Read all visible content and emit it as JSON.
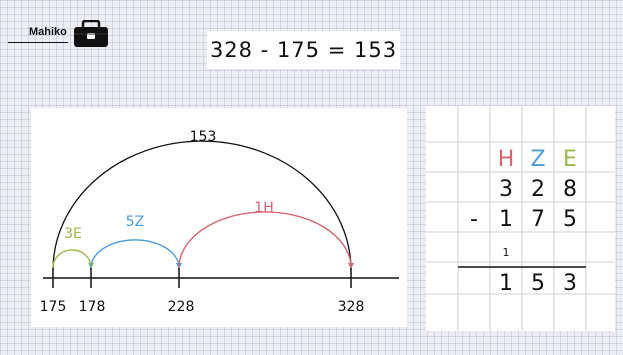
{
  "brand": {
    "name": "Mahiko",
    "logo_icon": "toolbox-icon"
  },
  "equation": {
    "text": "328 - 175 = 153"
  },
  "number_line": {
    "total_label": "153",
    "jumps": [
      {
        "label": "3E",
        "from": 175,
        "to": 178,
        "color": "#9bb84a"
      },
      {
        "label": "5Z",
        "from": 178,
        "to": 228,
        "color": "#4a9be0"
      },
      {
        "label": "1H",
        "from": 228,
        "to": 328,
        "color": "#d9646e"
      }
    ],
    "ticks": [
      "175",
      "178",
      "228",
      "328"
    ],
    "total_color": "#111111"
  },
  "column_subtraction": {
    "headers": [
      {
        "label": "H",
        "color": "#d9646e"
      },
      {
        "label": "Z",
        "color": "#4a9be0"
      },
      {
        "label": "E",
        "color": "#9bb84a"
      }
    ],
    "minuend": [
      "3",
      "2",
      "8"
    ],
    "operator": "-",
    "subtrahend": [
      "1",
      "7",
      "5"
    ],
    "carry": "1",
    "result": [
      "1",
      "5",
      "3"
    ]
  }
}
